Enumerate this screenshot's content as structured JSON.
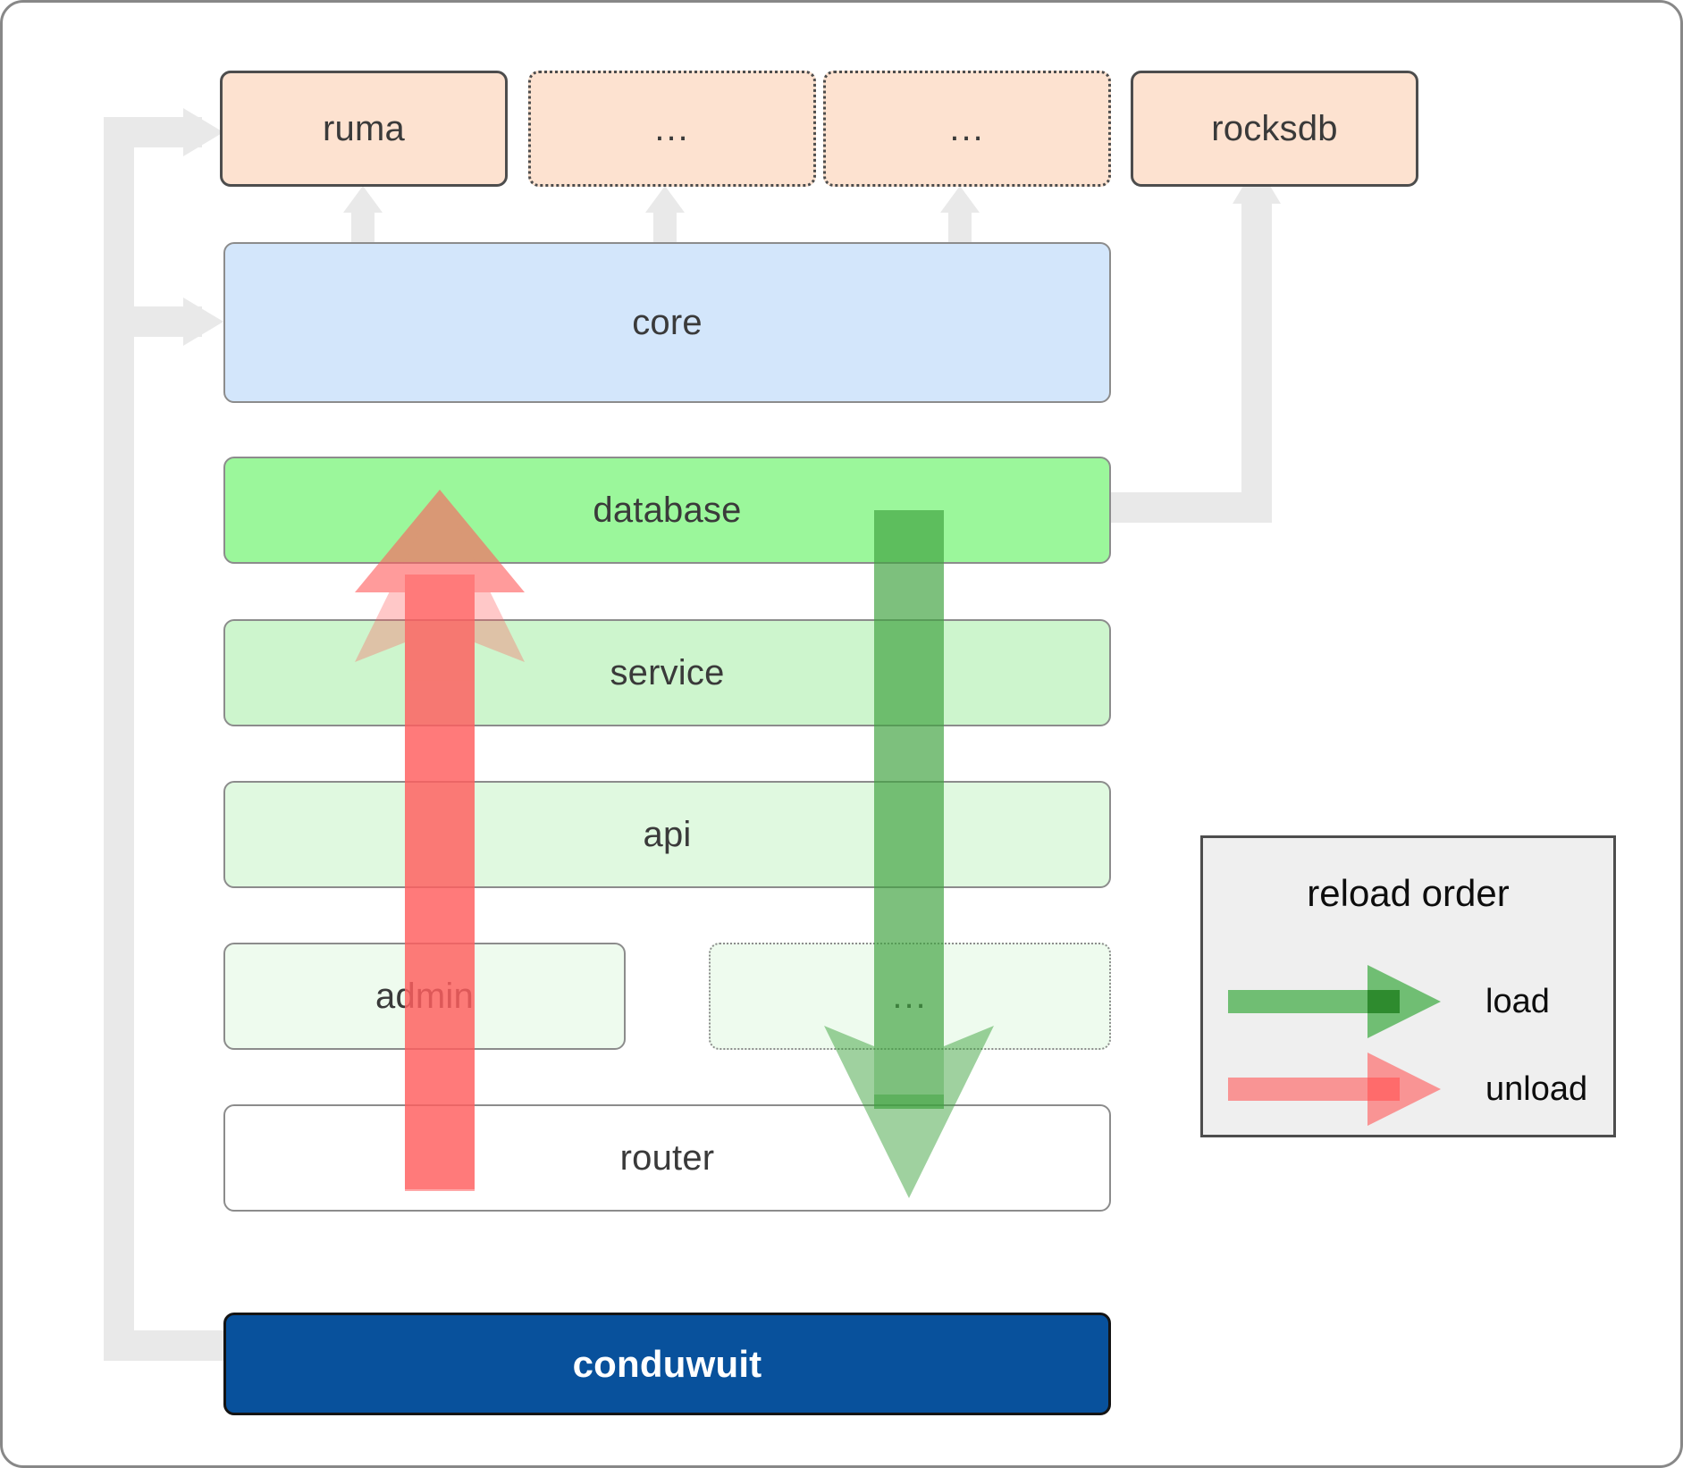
{
  "diagram": {
    "title": "conduwuit crate architecture / reload order",
    "colors": {
      "dependency_fill": "#fde2d0",
      "dependency_stroke": "#4d4d4d",
      "core_fill": "#d3e6fb",
      "database_fill": "#9bf79b",
      "service_fill": "#cdf5cd",
      "api_fill": "#e0f9e0",
      "admin_fill": "#eefbee",
      "router_fill": "#ffffff",
      "app_fill": "#08519c",
      "connector": "#e9e9e9",
      "load_arrow": "#4caf50",
      "unload_arrow": "#fa8a8a",
      "legend_fill": "#efefef",
      "canvas_border": "#888888"
    }
  },
  "dependencies": [
    {
      "id": "ruma",
      "label": "ruma",
      "style": "solid"
    },
    {
      "id": "dots-1",
      "label": "...",
      "style": "dotted"
    },
    {
      "id": "dots-2",
      "label": "...",
      "style": "dotted"
    },
    {
      "id": "rocksdb",
      "label": "rocksdb",
      "style": "solid"
    }
  ],
  "crates": [
    {
      "id": "core",
      "label": "core"
    },
    {
      "id": "database",
      "label": "database"
    },
    {
      "id": "service",
      "label": "service"
    },
    {
      "id": "api",
      "label": "api"
    },
    {
      "id": "admin",
      "label": "admin"
    },
    {
      "id": "dots-3",
      "label": "..."
    },
    {
      "id": "router",
      "label": "router"
    }
  ],
  "application": {
    "id": "conduwuit",
    "label": "conduwuit"
  },
  "legend": {
    "title": "reload order",
    "entries": [
      {
        "id": "load",
        "label": "load",
        "color": "#4caf50"
      },
      {
        "id": "unload",
        "label": "unload",
        "color": "#fa8a8a"
      }
    ]
  },
  "flow_arrows": [
    {
      "id": "unload-arrow",
      "label": "unload",
      "direction": "up",
      "from": "router",
      "to": "database"
    },
    {
      "id": "load-arrow",
      "label": "load",
      "direction": "down",
      "from": "database",
      "to": "router"
    }
  ]
}
